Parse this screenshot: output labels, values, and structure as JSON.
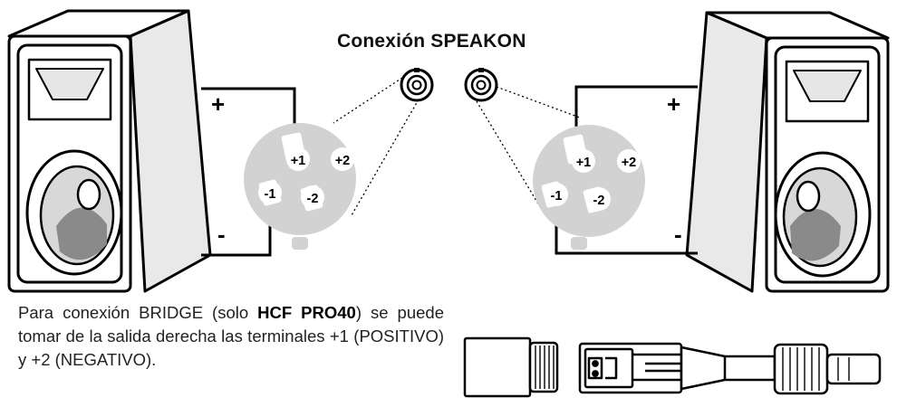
{
  "title": "Conexión SPEAKON",
  "polarity": {
    "plus": "+",
    "minus": "-"
  },
  "pins": {
    "p1": "+1",
    "p2": "+2",
    "m1": "-1",
    "m2": "-2"
  },
  "note": {
    "before": "Para conexión BRIDGE (solo ",
    "model": "HCF PRO40",
    "after": ") se puede tomar de la salida derecha las terminales +1 (POSITIVO) y +2 (NEGATIVO)."
  }
}
